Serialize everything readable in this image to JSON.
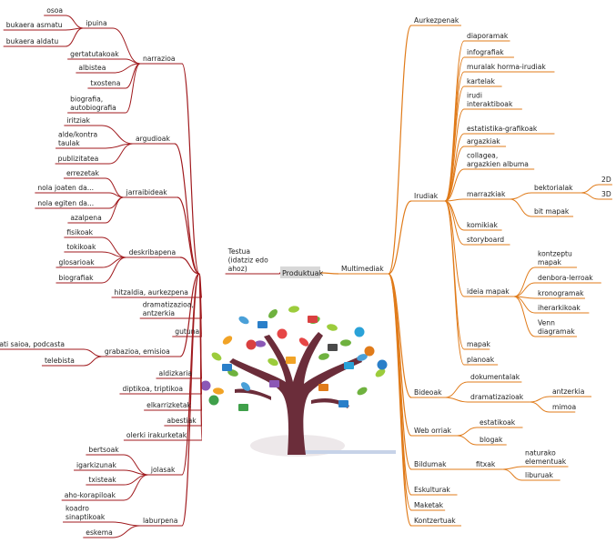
{
  "colors": {
    "left": "#a01a1e",
    "right": "#e07b1a",
    "root_fill": "#d8d8d8",
    "trunk": "#6b2d3a"
  },
  "root": "Produktuak",
  "left": {
    "title": "Testua (idatziz edo ahoz)",
    "narrazioa": {
      "label": "narrazioa",
      "ipuina": {
        "label": "ipuina",
        "items": [
          "osoa",
          "bukaera asmatu",
          "bukaera aldatu"
        ]
      },
      "items": [
        "gertatutakoak",
        "albistea",
        "txostena",
        "biografia, autobiografia"
      ]
    },
    "argudioak": {
      "label": "argudioak",
      "items": [
        "iritziak",
        "alde/kontra taulak",
        "publizitatea"
      ]
    },
    "jarraibideak": {
      "label": "jarraibideak",
      "items": [
        "errezetak",
        "nola joaten da...",
        "nola egiten da...",
        "azalpena"
      ]
    },
    "deskribapena": {
      "label": "deskribapena",
      "items": [
        "fisikoak",
        "tokikoak",
        "glosarioak",
        "biografiak"
      ]
    },
    "hitzaldia": "hitzaldia, aurkezpena",
    "dramatizazioa": "dramatizazioa, antzerkia",
    "gutuna": "gutuna",
    "grabazioa": {
      "label": "grabazioa, emisioa",
      "items": [
        "irrati saioa, podcasta",
        "telebista"
      ]
    },
    "aldizkaria": "aldizkaria",
    "diptikoa": "diptikoa, triptikoa",
    "elkarrizketak": "elkarrizketak",
    "abestiak": "abestiak",
    "olerki": "olerki irakurketak",
    "jolasak": {
      "label": "jolasak",
      "items": [
        "bertsoak",
        "igarkizunak",
        "txisteak",
        "aho-korapiloak"
      ]
    },
    "laburpena": {
      "label": "laburpena",
      "items": [
        "koadro sinaptikoak",
        "eskema"
      ]
    }
  },
  "right": {
    "title": "Multimediak",
    "aurkezpenak": "Aurkezpenak",
    "irudiak": {
      "label": "Irudiak",
      "items": [
        "diaporamak",
        "infografiak",
        "muralak horma-irudiak",
        "kartelak",
        "irudi interaktiboak",
        "estatistika-grafikoak",
        "argazkiak",
        "collagea, argazkien albuma"
      ],
      "marrazkiak": {
        "label": "marrazkiak",
        "bektorialak": {
          "label": "bektorialak",
          "items": [
            "2D",
            "3D"
          ]
        },
        "bitmapak": "bit mapak"
      },
      "more": [
        "komikiak",
        "storyboard"
      ],
      "ideiamapak": {
        "label": "ideia mapak",
        "items": [
          "kontzeptu mapak",
          "denbora-lerroak",
          "kronogramak",
          "iherarkikoak",
          "Venn diagramak"
        ]
      },
      "tail": [
        "mapak",
        "planoak"
      ]
    },
    "bideoak": {
      "label": "Bideoak",
      "dokumentalak": "dokumentalak",
      "dramatizazioak": {
        "label": "dramatizazioak",
        "items": [
          "antzerkia",
          "mimoa"
        ]
      }
    },
    "weborriak": {
      "label": "Web orriak",
      "items": [
        "estatikoak",
        "blogak"
      ]
    },
    "bildumak": {
      "label": "Bildumak",
      "fitxak": {
        "label": "fitxak",
        "items": [
          "naturako elementuak",
          "liburuak"
        ]
      }
    },
    "tail": [
      "Eskulturak",
      "Maketak",
      "Kontzertuak"
    ]
  }
}
